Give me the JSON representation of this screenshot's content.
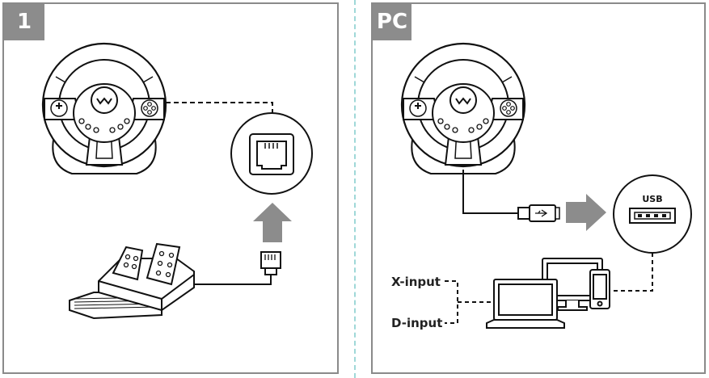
{
  "panels": [
    {
      "badge": "1"
    },
    {
      "badge": "PC"
    }
  ],
  "labels": {
    "usb": "USB",
    "xinput": "X-input",
    "dinput": "D-input"
  },
  "icons": [
    "steering-wheel-icon",
    "rj11-port-icon",
    "pedals-icon",
    "arrow-up-icon",
    "usb-plug-icon",
    "arrow-right-icon",
    "usb-port-icon",
    "laptop-icon",
    "desktop-icon",
    "phone-icon"
  ],
  "colors": {
    "badge": "#8c8c8c",
    "arrow": "#8c8c8c",
    "line": "#111111",
    "divider": "#9fd8d8"
  }
}
